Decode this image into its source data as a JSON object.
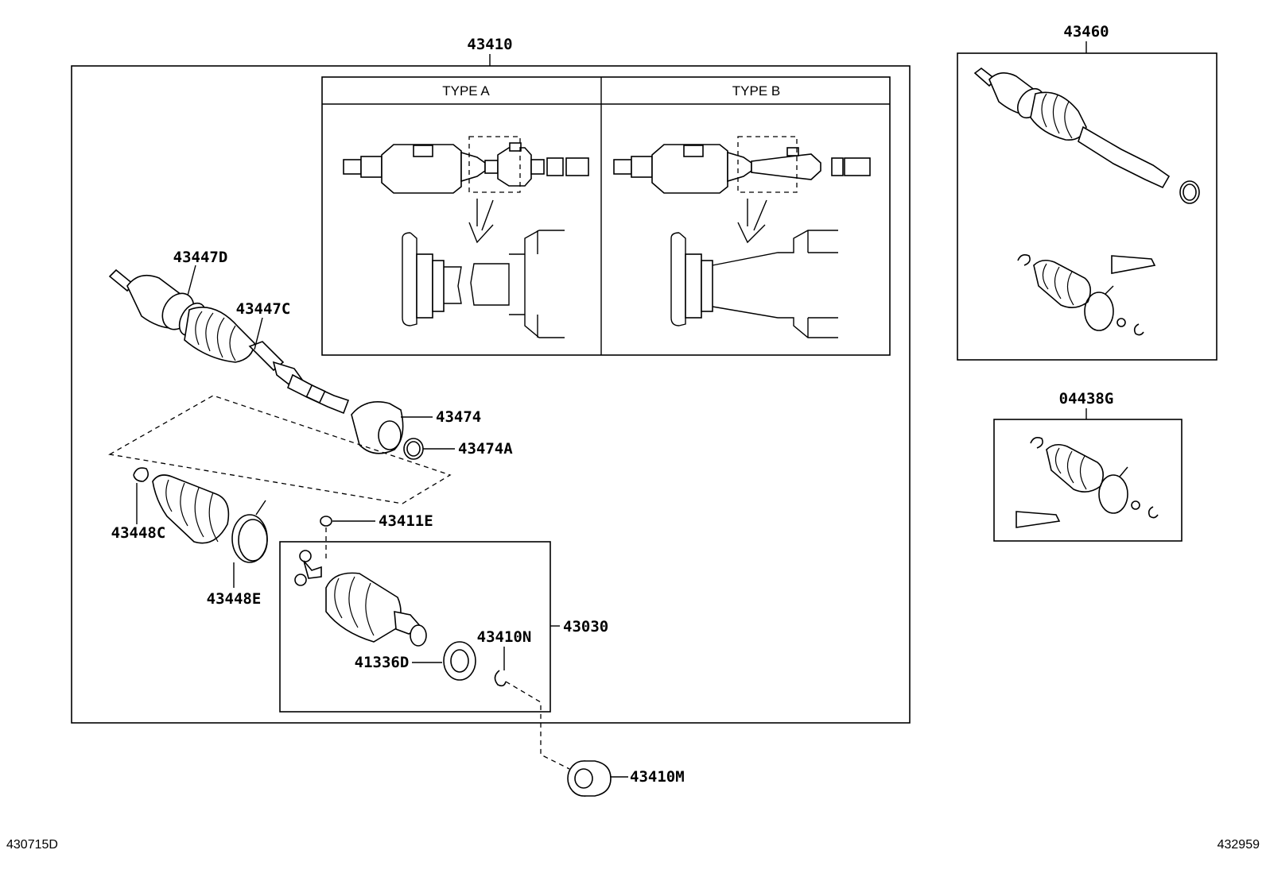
{
  "diagram": {
    "main_assembly_label": "43410",
    "type_headers": {
      "a": "TYPE A",
      "b": "TYPE B"
    },
    "callouts": {
      "p43447D": "43447D",
      "p43447C": "43447C",
      "p43474": "43474",
      "p43474A": "43474A",
      "p43448C": "43448C",
      "p43448E": "43448E",
      "p43411E": "43411E",
      "p43030": "43030",
      "p43410N": "43410N",
      "p41336D": "41336D",
      "p43410M": "43410M",
      "p43460": "43460",
      "p04438G": "04438G"
    },
    "codes": {
      "left": "430715D",
      "right": "432959"
    }
  }
}
